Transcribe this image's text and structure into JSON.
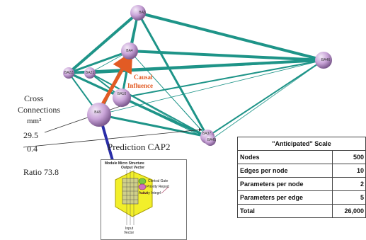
{
  "network": {
    "node_labels": [
      "BA3",
      "BA4",
      "BA9",
      "BA10",
      "BA21",
      "BA22",
      "BA37",
      "BA45",
      "BA46"
    ],
    "causal_label_line1": "Causal",
    "causal_label_line2": "Influence"
  },
  "annotations": {
    "cross_line1": "Cross",
    "cross_line2": "Connections",
    "cross_line3": "mm²",
    "value_a": "29.5",
    "value_b": "0.4",
    "ratio": "Ratio 73.8",
    "prediction": "Prediction CAP2"
  },
  "module": {
    "title": "Module Micro Structure",
    "output": "Output Vector",
    "central_gate": "Central Gate",
    "priority_report": "Priority Report",
    "activity_integral": "Activity Integrl",
    "input": "Input",
    "vector": "Vector"
  },
  "scale_table": {
    "header": "\"Anticipated\" Scale",
    "rows": [
      {
        "label": "Nodes",
        "value": "500"
      },
      {
        "label": "Edges per node",
        "value": "10"
      },
      {
        "label": "Parameters per node",
        "value": "2"
      },
      {
        "label": "Parameters per edge",
        "value": "5"
      },
      {
        "label": "Total",
        "value": "26,000"
      }
    ]
  },
  "colors": {
    "edge": "#1e9488",
    "node": "#c9a4d8",
    "node_dark": "#8e6aa0",
    "causal_arrow": "#e25b24",
    "blue_arrow": "#2a2ea8"
  }
}
